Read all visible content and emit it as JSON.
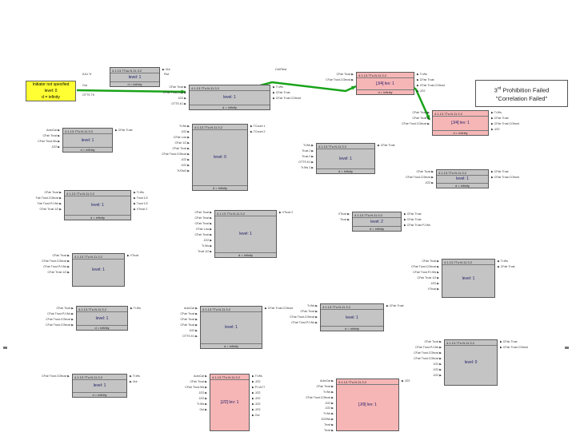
{
  "note": {
    "ordinal": "3",
    "ordinal_suffix": "rd",
    "line1_rest": " Prohibition Failed",
    "line2": "\"Correlation Failed\""
  },
  "yellow_block": {
    "line1": "Initiator not specified",
    "line2": "level: 0",
    "line3": "d = infinity",
    "out_pins": [
      "Out",
      "OTTS TK"
    ]
  },
  "stray_labels": {
    "top_center": "CellTest",
    "top_left_a": "IUU.Tr",
    "top_left_b": "Rst"
  },
  "blocks": [
    {
      "header": "4.1.13.7Tuu.N.11.3.2",
      "level": "level: 1",
      "info": "d = infinity",
      "pink": false,
      "in_pins": [],
      "out_pins": [
        "Out"
      ]
    },
    {
      "header": "4.1.13.7Tu.N.11.3.2",
      "level": "level: 1",
      "info": "d = infinity",
      "pink": false,
      "in_pins": [
        "CFair Trust",
        "CFair Trust Low",
        "J/22",
        "OTTS.K1"
      ],
      "out_pins": [
        "Tr.Ws",
        "CFair Trust",
        "CFair Trust.COtrust"
      ]
    },
    {
      "header": "4.1.13.7Tu.N.11.3.2",
      "level": "[J/4] lev: 1",
      "info": "d = infinity",
      "pink": true,
      "in_pins": [
        "CFair Trust",
        "CFair Trust.COtrust"
      ],
      "out_pins": [
        "Tr.Ws",
        "CFair Trust",
        "CFair Trust.COtrust",
        "J/22"
      ]
    },
    {
      "header": "4.1.13.7Tu.N.11.3.2",
      "level": "[J/4] lev: 1",
      "info": "d = infinity",
      "pink": true,
      "in_pins": [
        "CFair Trust",
        "CFair Trust",
        "CFair Trust.COtrust"
      ],
      "out_pins": [
        "Tr.Ws",
        "CFair Trust",
        "CFair Trust.COtrust",
        "J/22"
      ]
    },
    {
      "header": "4.1.13.7Tu.N.11.3.2",
      "level": "level: 1",
      "info": "d = infinity",
      "pink": false,
      "in_pins": [
        "AutoCar",
        "CFair Trust",
        "CFair Trust.Ws",
        "J/22"
      ],
      "out_pins": [
        "CFair Trust"
      ]
    },
    {
      "header": "4.1.13.7Tu.N.11.3.2",
      "level": "level: 0",
      "info": "d = infinity",
      "pink": false,
      "in_pins": [
        "Tr.Ws",
        "J/22",
        "CFair Low",
        "CFair 1/2",
        "CFair Trust",
        "CFair Trust.COtrust",
        "J/22",
        "J/22",
        "Tr/Out2"
      ],
      "out_pins": [
        "TCount 1",
        "TCount 2"
      ]
    },
    {
      "header": "4.1.13.7Tu.N.11.3.2",
      "level": "level: 1",
      "info": "d = infinity",
      "pink": false,
      "in_pins": [
        "Tr.Ws",
        "Trust.1",
        "Trust.2",
        "OTTS.K1",
        "Tr.Ws 2"
      ],
      "out_pins": [
        "CFair Trust"
      ]
    },
    {
      "header": "4.1.13.7Tu.N.11.3.2",
      "level": "level: 1",
      "info": "d = infinity",
      "pink": false,
      "in_pins": [
        "CFair Trust",
        "CFair Trust.COtrust",
        "J/22"
      ],
      "out_pins": [
        "CFair Trust",
        "CFair Trust.COtrust"
      ]
    },
    {
      "header": "4.1.13.7Tu.N.11.3.2",
      "level": "level: 1",
      "info": "d = infinity",
      "pink": false,
      "in_pins": [
        "CFair Trust",
        "Fair Trust.COtrust",
        "Fair Trust.PJ.Ws",
        "CFair Trust 1/2"
      ],
      "out_pins": [
        "Tr.Ws",
        "Trust 1/2",
        "Trust 1/2",
        "VTrust 2"
      ]
    },
    {
      "header": "4.1.13.7Tu.N.11.3.2",
      "level": "level: 1",
      "info": "d = infinity",
      "pink": false,
      "in_pins": [
        "CFair Trust",
        "CFair Trust",
        "CFair Trust",
        "CFair Low",
        "CFair Trust",
        "J/22",
        "Tr.Ws",
        "Trust 1/2"
      ],
      "out_pins": [
        "VTrust 2"
      ]
    },
    {
      "header": "4.1.13.7Tu.N.11.3.2",
      "level": "level: 2",
      "info": "d = infinity",
      "pink": false,
      "in_pins": [
        "VTrust",
        "Trust"
      ],
      "out_pins": [
        "CFair Trust",
        "CFair Trust",
        "CFair Trust.PJ.Ws"
      ]
    },
    {
      "header": "4.1.13.7Tu.N.11.3.2",
      "level": "level: 1",
      "info": "",
      "pink": false,
      "in_pins": [
        "CFair Trust",
        "CFair Trust.COtrust",
        "CFair Trust.PJ.Ws",
        "CFair Trust 1/2"
      ],
      "out_pins": [
        "VTrust"
      ]
    },
    {
      "header": "4.1.13.7Tu.N.11.3.2",
      "level": "level: 1",
      "info": "",
      "pink": false,
      "in_pins": [
        "CFair Trust",
        "CFair Trust.COtrust",
        "CFair Trust.PJ.Ws",
        "CFair Trust 1/2",
        "J/22",
        "VTrust"
      ],
      "out_pins": [
        "Tr.Ws",
        "CFair Trust"
      ]
    },
    {
      "header": "4.1.13.7Tu.N.11.3.2",
      "level": "level: 1",
      "info": "d = infinity",
      "pink": false,
      "in_pins": [
        "CFair Trust",
        "CFair Trust.PJ.Ws",
        "CFair Trust.COtrust",
        "CFair Trust.COtrust"
      ],
      "out_pins": [
        "Tr.Ws"
      ]
    },
    {
      "header": "4.1.13.7Tu.N.11.3.2",
      "level": "level: 1",
      "info": "d = infinity",
      "pink": false,
      "in_pins": [
        "AutoCar",
        "CFair Trust",
        "CFair Trust",
        "CFair Trust",
        "J/22",
        "OTTS.K1"
      ],
      "out_pins": [
        "CFair Trust.COtrust"
      ]
    },
    {
      "header": "4.1.13.7Tu.N.11.3.2",
      "level": "level: 1",
      "info": "d = infinity",
      "pink": false,
      "in_pins": [
        "Tr.Ws",
        "CFair Trust",
        "CFair Trust.COtrust",
        "CFair Trust.PJ.Ws"
      ],
      "out_pins": [
        "CFair Trust"
      ]
    },
    {
      "header": "4.1.13.7Tu.N.11.3.2",
      "level": "level: 0",
      "info": "",
      "pink": false,
      "in_pins": [
        "CFair Trust",
        "CFair Trust.PJ.Ws",
        "CFair Trust.COtrust",
        "CFair Trust.COtrust",
        "J/22",
        "J/22",
        "J/22"
      ],
      "out_pins": [
        "CFair Trust",
        "CFair Trust.COtrust"
      ]
    },
    {
      "header": "4.1.13.7Tu.N.11.3.2",
      "level": "level: 1",
      "info": "d = infinity",
      "pink": false,
      "in_pins": [
        "CFair Trust.COtrust"
      ],
      "out_pins": [
        "Tr.Ws",
        "Out"
      ]
    },
    {
      "header": "4.1.13.7Tu.N.11.3.2",
      "level": "[J/2] lev: 1",
      "info": "",
      "pink": true,
      "in_pins": [
        "AutoCar",
        "CFair Trust",
        "CFair Trust.Ws",
        "J/22",
        "J/22",
        "Tr.Ws",
        "Out"
      ],
      "out_pins": [
        "Tr.Ws",
        "J/22",
        "PJ.ACT",
        "J/22",
        "J/22",
        "J/22",
        "J/22",
        "Out"
      ]
    },
    {
      "header": "4.1.13.7Tu.N.11.3.2",
      "level": "[J/9] lev: 1",
      "info": "",
      "pink": true,
      "in_pins": [
        "AutoCar",
        "CFair Trust",
        "Tr.Ws",
        "CFair Trust.COtrust",
        "J/22",
        "J/22",
        "Tr.Ws",
        "J/22Ws",
        "Trust",
        "Trust"
      ],
      "out_pins": [
        "J/22"
      ]
    }
  ]
}
